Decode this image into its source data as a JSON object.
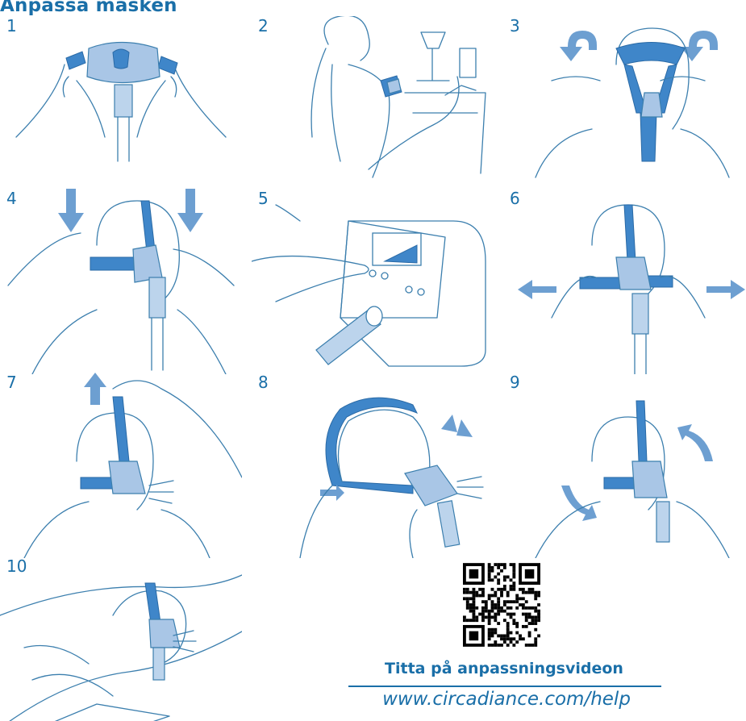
{
  "title": "Anpassa masken",
  "steps": [
    {
      "number": "1",
      "icon": "mask-held-in-hands-illustration"
    },
    {
      "number": "2",
      "icon": "woman-at-bedside-illustration"
    },
    {
      "number": "3",
      "icon": "headgear-over-head-illustration"
    },
    {
      "number": "4",
      "icon": "pull-headgear-down-illustration"
    },
    {
      "number": "5",
      "icon": "press-start-button-illustration"
    },
    {
      "number": "6",
      "icon": "adjust-side-straps-illustration"
    },
    {
      "number": "7",
      "icon": "adjust-top-strap-illustration"
    },
    {
      "number": "8",
      "icon": "side-view-fit-illustration"
    },
    {
      "number": "9",
      "icon": "rotate-mask-illustration"
    },
    {
      "number": "10",
      "icon": "sleeping-with-mask-illustration"
    }
  ],
  "video": {
    "label": "Titta på anpassningsvideon",
    "url": "www.circadiance.com/help",
    "qr_icon": "qr-code-icon"
  },
  "colors": {
    "brand_blue": "#1a6fa8",
    "mask_blue": "#a9c6e6",
    "strap_blue": "#3f86c9",
    "arrow_blue": "#6d9fd1"
  }
}
